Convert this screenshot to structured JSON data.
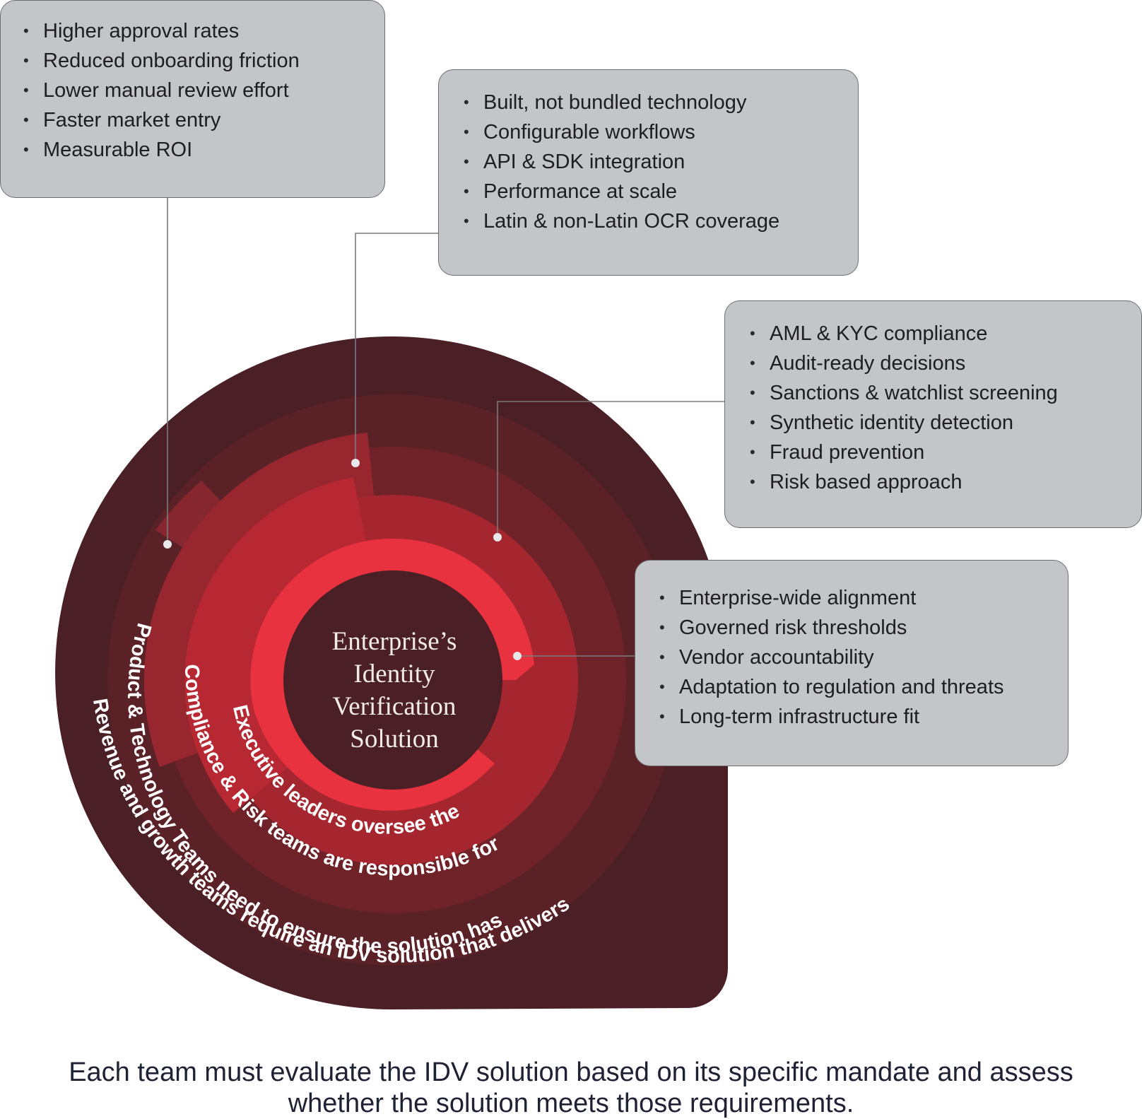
{
  "boxes": {
    "business": {
      "items": [
        "Higher approval rates",
        "Reduced onboarding friction",
        "Lower manual review effort",
        "Faster market entry",
        "Measurable ROI"
      ]
    },
    "product": {
      "items": [
        "Built, not bundled technology",
        "Configurable workflows",
        "API & SDK integration",
        "Performance at scale",
        "Latin & non-Latin OCR coverage"
      ]
    },
    "compliance": {
      "items": [
        "AML & KYC compliance",
        "Audit-ready decisions",
        "Sanctions & watchlist screening",
        "Synthetic identity detection",
        "Fraud prevention",
        "Risk based approach"
      ]
    },
    "executive": {
      "items": [
        "Enterprise-wide alignment",
        "Governed risk thresholds",
        "Vendor accountability",
        "Adaptation to regulation and threats",
        "Long-term infrastructure fit"
      ]
    }
  },
  "center": {
    "lines": [
      "Enterprise’s",
      "Identity",
      "Verification",
      "Solution"
    ]
  },
  "rings": {
    "executive": "Executive leaders oversee the",
    "compliance": "Compliance & Risk teams are responsible for",
    "product": "Product & Technology Teams need to ensure the solution has",
    "revenue": "Revenue and growth teams require an IDV solution that delivers"
  },
  "footer": {
    "line1": "Each team must evaluate the IDV solution based on its specific mandate and assess",
    "line2": "whether the solution meets those requirements."
  },
  "colors": {
    "outer": "#4a1f25",
    "ring_product": "#5e2329",
    "ring_compliance": "#6f2229",
    "ring_product_band": "#a0262f",
    "ring_compliance_band": "#b82833",
    "ring_executive": "#e8323f",
    "core": "#4a1f25",
    "box_fill": "#c4c5c8",
    "connector": "#6e6e72",
    "text": "#1e1e22"
  }
}
